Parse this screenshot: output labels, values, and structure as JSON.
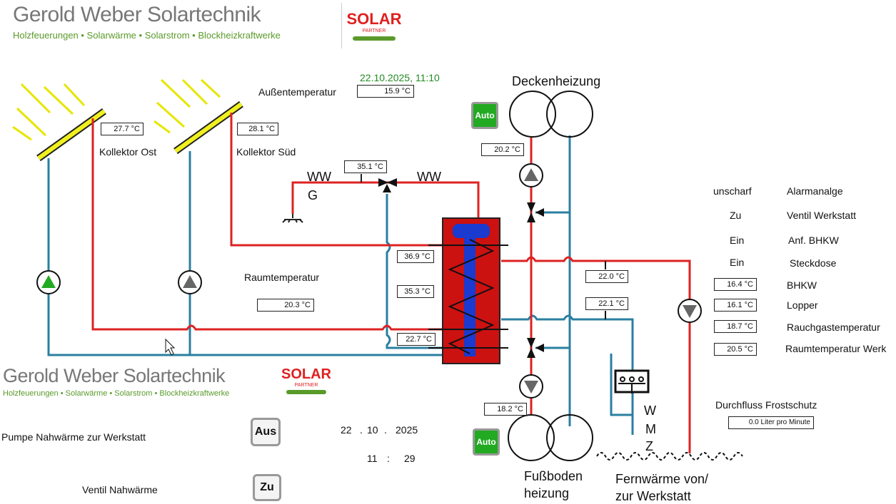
{
  "header": {
    "company_name": "Gerold Weber Solartechnik",
    "tagline": "Holzfeuerungen • Solarwärme • Solarstrom • Blockheizkraftwerke",
    "badge_text": "SOLAR",
    "badge_sub": "PARTNER"
  },
  "datetime": "22.10.2025,  11:10",
  "outside": {
    "label": "Außentemperatur",
    "value": "15.9 °C"
  },
  "collectors": [
    {
      "label": "Kollektor Ost",
      "value": "27.7 °C"
    },
    {
      "label": "Kollektor Süd",
      "value": "28.1 °C"
    }
  ],
  "room": {
    "label": "Raumtemperatur",
    "value": "20.3 °C"
  },
  "ww": {
    "left": "WW",
    "g": "G",
    "right": "WW",
    "mix_value": "35.1 °C"
  },
  "storage": {
    "top": "36.9 °C",
    "mid": "35.3 °C",
    "bottom": "22.7 °C"
  },
  "ceiling": {
    "label": "Deckenheizung",
    "supply": "20.2 °C",
    "auto": "Auto"
  },
  "floor": {
    "label_line1": "Fußboden",
    "label_line2": "heizung",
    "supply": "18.2 °C",
    "auto": "Auto"
  },
  "district": {
    "line1": "Fernwärme von/",
    "line2": "zur Werkstatt",
    "t1": "22.0 °C",
    "t2": "22.1 °C"
  },
  "wmz": [
    "W",
    "M",
    "Z"
  ],
  "status": [
    {
      "state": "unscharf",
      "name": "Alarmanalge"
    },
    {
      "state": "Zu",
      "name": "Ventil Werkstatt"
    },
    {
      "state": "Ein",
      "name": "Anf. BHKW"
    },
    {
      "state": "Ein",
      "name": "Steckdose"
    }
  ],
  "readings": [
    {
      "value": "16.4 °C",
      "name": "BHKW"
    },
    {
      "value": "16.1 °C",
      "name": "Lopper"
    },
    {
      "value": "18.7 °C",
      "name": "Rauchgastemperatur"
    },
    {
      "value": "20.5 °C",
      "name": "Raumtemperatur Werk"
    }
  ],
  "flow": {
    "label": "Durchfluss Frostschutz",
    "value": "0.0 Liter pro Minute"
  },
  "bottom": {
    "company_name": "Gerold Weber Solartechnik",
    "tagline": "Holzfeuerungen • Solarwärme • Solarstrom • Blockheizkraftwerke",
    "pump_label": "Pumpe  Nahwärme zur Werkstatt",
    "pump_btn": "Aus",
    "valve_label": "Ventil Nahwärme",
    "valve_btn": "Zu",
    "date_d": "22",
    "date_m": "10",
    "date_y": "2025",
    "time_h": "11",
    "time_m": "29",
    "dot": ".",
    "colon": ":"
  },
  "colors": {
    "hot": "#dd2222",
    "cold": "#2a7fa0",
    "tank": "#cc1111",
    "coil": "#1a3ad0",
    "sun": "#f0f020",
    "pump_green": "#22aa22",
    "pump_gray": "#666666",
    "brand_green": "#5a9a2a"
  }
}
